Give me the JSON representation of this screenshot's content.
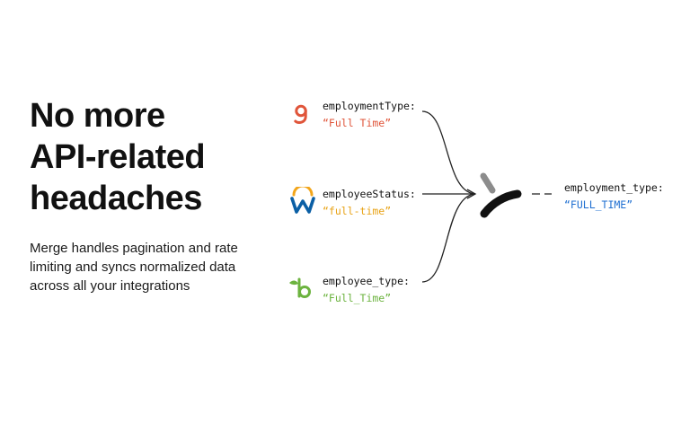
{
  "headline": {
    "line1": "No more",
    "line2": "API-related",
    "line3": "headaches"
  },
  "subtext": {
    "line1": "Merge handles pagination and rate",
    "line2": "limiting and syncs normalized data",
    "line3": "across all your integrations"
  },
  "sources": [
    {
      "icon": "greenhouse-logo-icon",
      "key": "employmentType:",
      "value": "“Full Time”",
      "value_color": "#e0553a"
    },
    {
      "icon": "workday-logo-icon",
      "key": "employeeStatus:",
      "value": "“full-time”",
      "value_color": "#e8a317"
    },
    {
      "icon": "bamboohr-logo-icon",
      "key": "employee_type:",
      "value": "“Full_Time”",
      "value_color": "#6cb33f"
    }
  ],
  "output": {
    "icon": "merge-logo-icon",
    "key": "employment_type:",
    "value": "“FULL_TIME”",
    "value_color": "#1f6fd1"
  }
}
